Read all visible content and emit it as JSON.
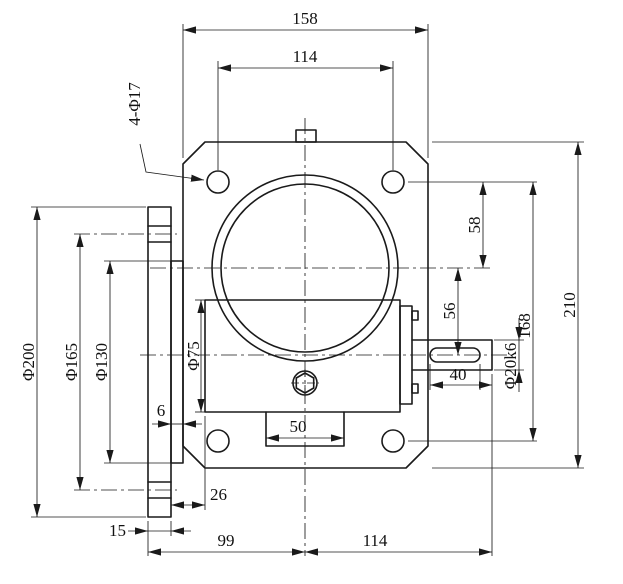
{
  "colors": {
    "line": "#1a1a1a",
    "background": "#ffffff"
  },
  "dimensions": {
    "overall_width": "158",
    "bolt_spacing_horizontal": "114",
    "corner_holes": "4-Φ17",
    "holes_to_bore_center": "58",
    "bore_to_shaft_axis": "56",
    "bolt_spacing_vertical": "168",
    "overall_height": "210",
    "shaft_diameter": "Φ20k6",
    "keyway_length": "40",
    "bore_diameter": "Φ75",
    "bottom_slot_width": "50",
    "flange_spigot_diameter": "Φ130",
    "flange_bolt_circle": "Φ165",
    "flange_outer_diameter": "Φ200",
    "spigot_depth": "6",
    "flange_to_housing": "26",
    "flange_thickness": "15",
    "flange_to_centerline": "99",
    "centerline_to_shaft_end": "114"
  }
}
